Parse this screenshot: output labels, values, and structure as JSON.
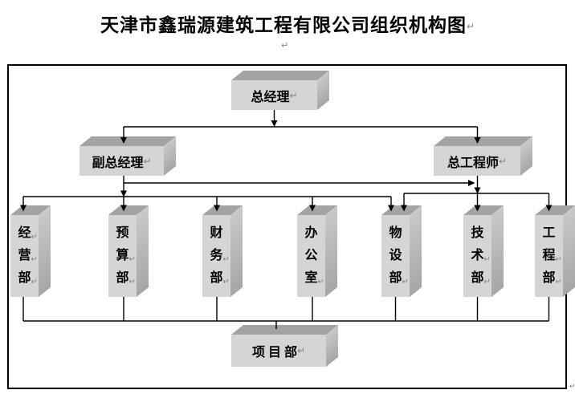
{
  "title": {
    "text": "天津市鑫瑞源建筑工程有限公司组织机构图",
    "mark": "↵"
  },
  "page": {
    "stray_mark": "↵",
    "corner_mark": "↵"
  },
  "colors": {
    "box_front": "#d5d5d5",
    "box_top": "#a3a3a3",
    "box_side": "#c0c0c0",
    "line": "#000000",
    "paragraph_mark": "#858585",
    "title": "#000000",
    "background": "#ffffff"
  },
  "nodes": {
    "general_manager": {
      "label": "总经理",
      "mark": "↵"
    },
    "deputy_general_manager": {
      "label": "副总经理",
      "mark": "↵"
    },
    "chief_engineer": {
      "label": "总工程师",
      "mark": "↵"
    },
    "project_department": {
      "label": "项 目 部",
      "mark": "↵"
    }
  },
  "departments": [
    {
      "name": "经营部",
      "chars": [
        "经",
        "营",
        "部"
      ],
      "marks": [
        "↵",
        "↵",
        "↵"
      ]
    },
    {
      "name": "预算部",
      "chars": [
        "预",
        "算",
        "部"
      ],
      "marks": [
        "",
        "↵",
        "↵"
      ]
    },
    {
      "name": "财务部",
      "chars": [
        "财",
        "务",
        "部"
      ],
      "marks": [
        "",
        "↵",
        "↵"
      ]
    },
    {
      "name": "办公室",
      "chars": [
        "办",
        "公",
        "室"
      ],
      "marks": [
        "",
        "",
        "↵"
      ]
    },
    {
      "name": "物设部",
      "chars": [
        "物",
        "设",
        "部"
      ],
      "marks": [
        "",
        "",
        "↵"
      ]
    },
    {
      "name": "技术部",
      "chars": [
        "技",
        "术",
        "部"
      ],
      "marks": [
        "",
        "↵",
        "↵"
      ]
    },
    {
      "name": "工程部",
      "chars": [
        "工",
        "程",
        "部"
      ],
      "marks": [
        "",
        "↵",
        "↵"
      ]
    }
  ],
  "hierarchy": {
    "root": "总经理",
    "level2": [
      "副总经理",
      "总工程师"
    ],
    "level3": [
      "经营部",
      "预算部",
      "财务部",
      "办公室",
      "物设部",
      "技术部",
      "工程部"
    ],
    "level4": [
      "项目部"
    ]
  }
}
